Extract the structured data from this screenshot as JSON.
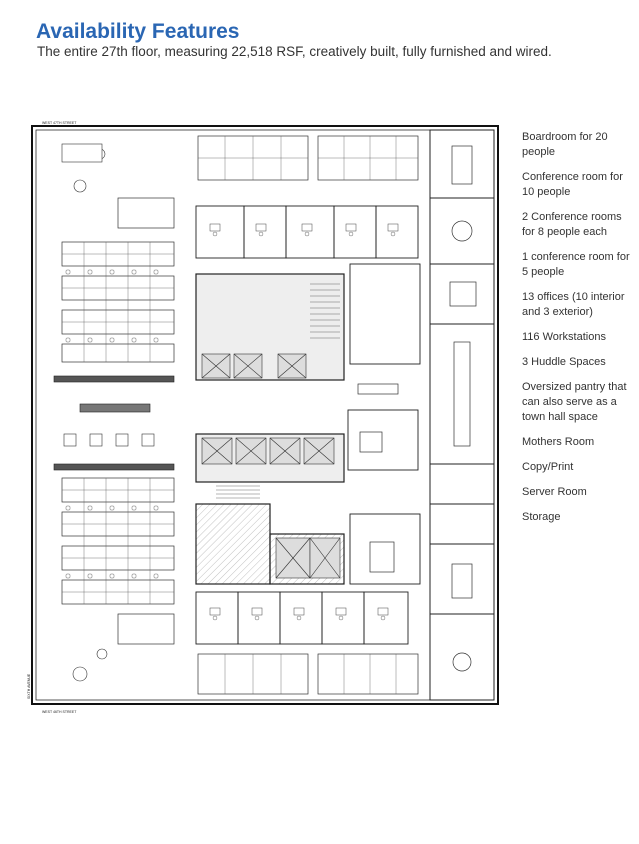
{
  "header": {
    "title": "Availability Features",
    "subtitle": "The entire 27th floor, measuring 22,518 RSF, creatively built, fully furnished and wired."
  },
  "floorplan": {
    "street_top": "WEST 47TH STREET",
    "street_bottom": "WEST 46TH STREET",
    "avenue_side": "SIXTH AVENUE"
  },
  "features": [
    "Boardroom for 20 people",
    "Conference room for 10 people",
    "2 Conference rooms for 8 people each",
    "1 conference room for 5 people",
    "13 offices (10 interior and 3 exterior)",
    "116 Workstations",
    "3 Huddle Spaces",
    "Oversized pantry that can also serve as a town hall space",
    "Mothers Room",
    "Copy/Print",
    "Server Room",
    "Storage"
  ]
}
